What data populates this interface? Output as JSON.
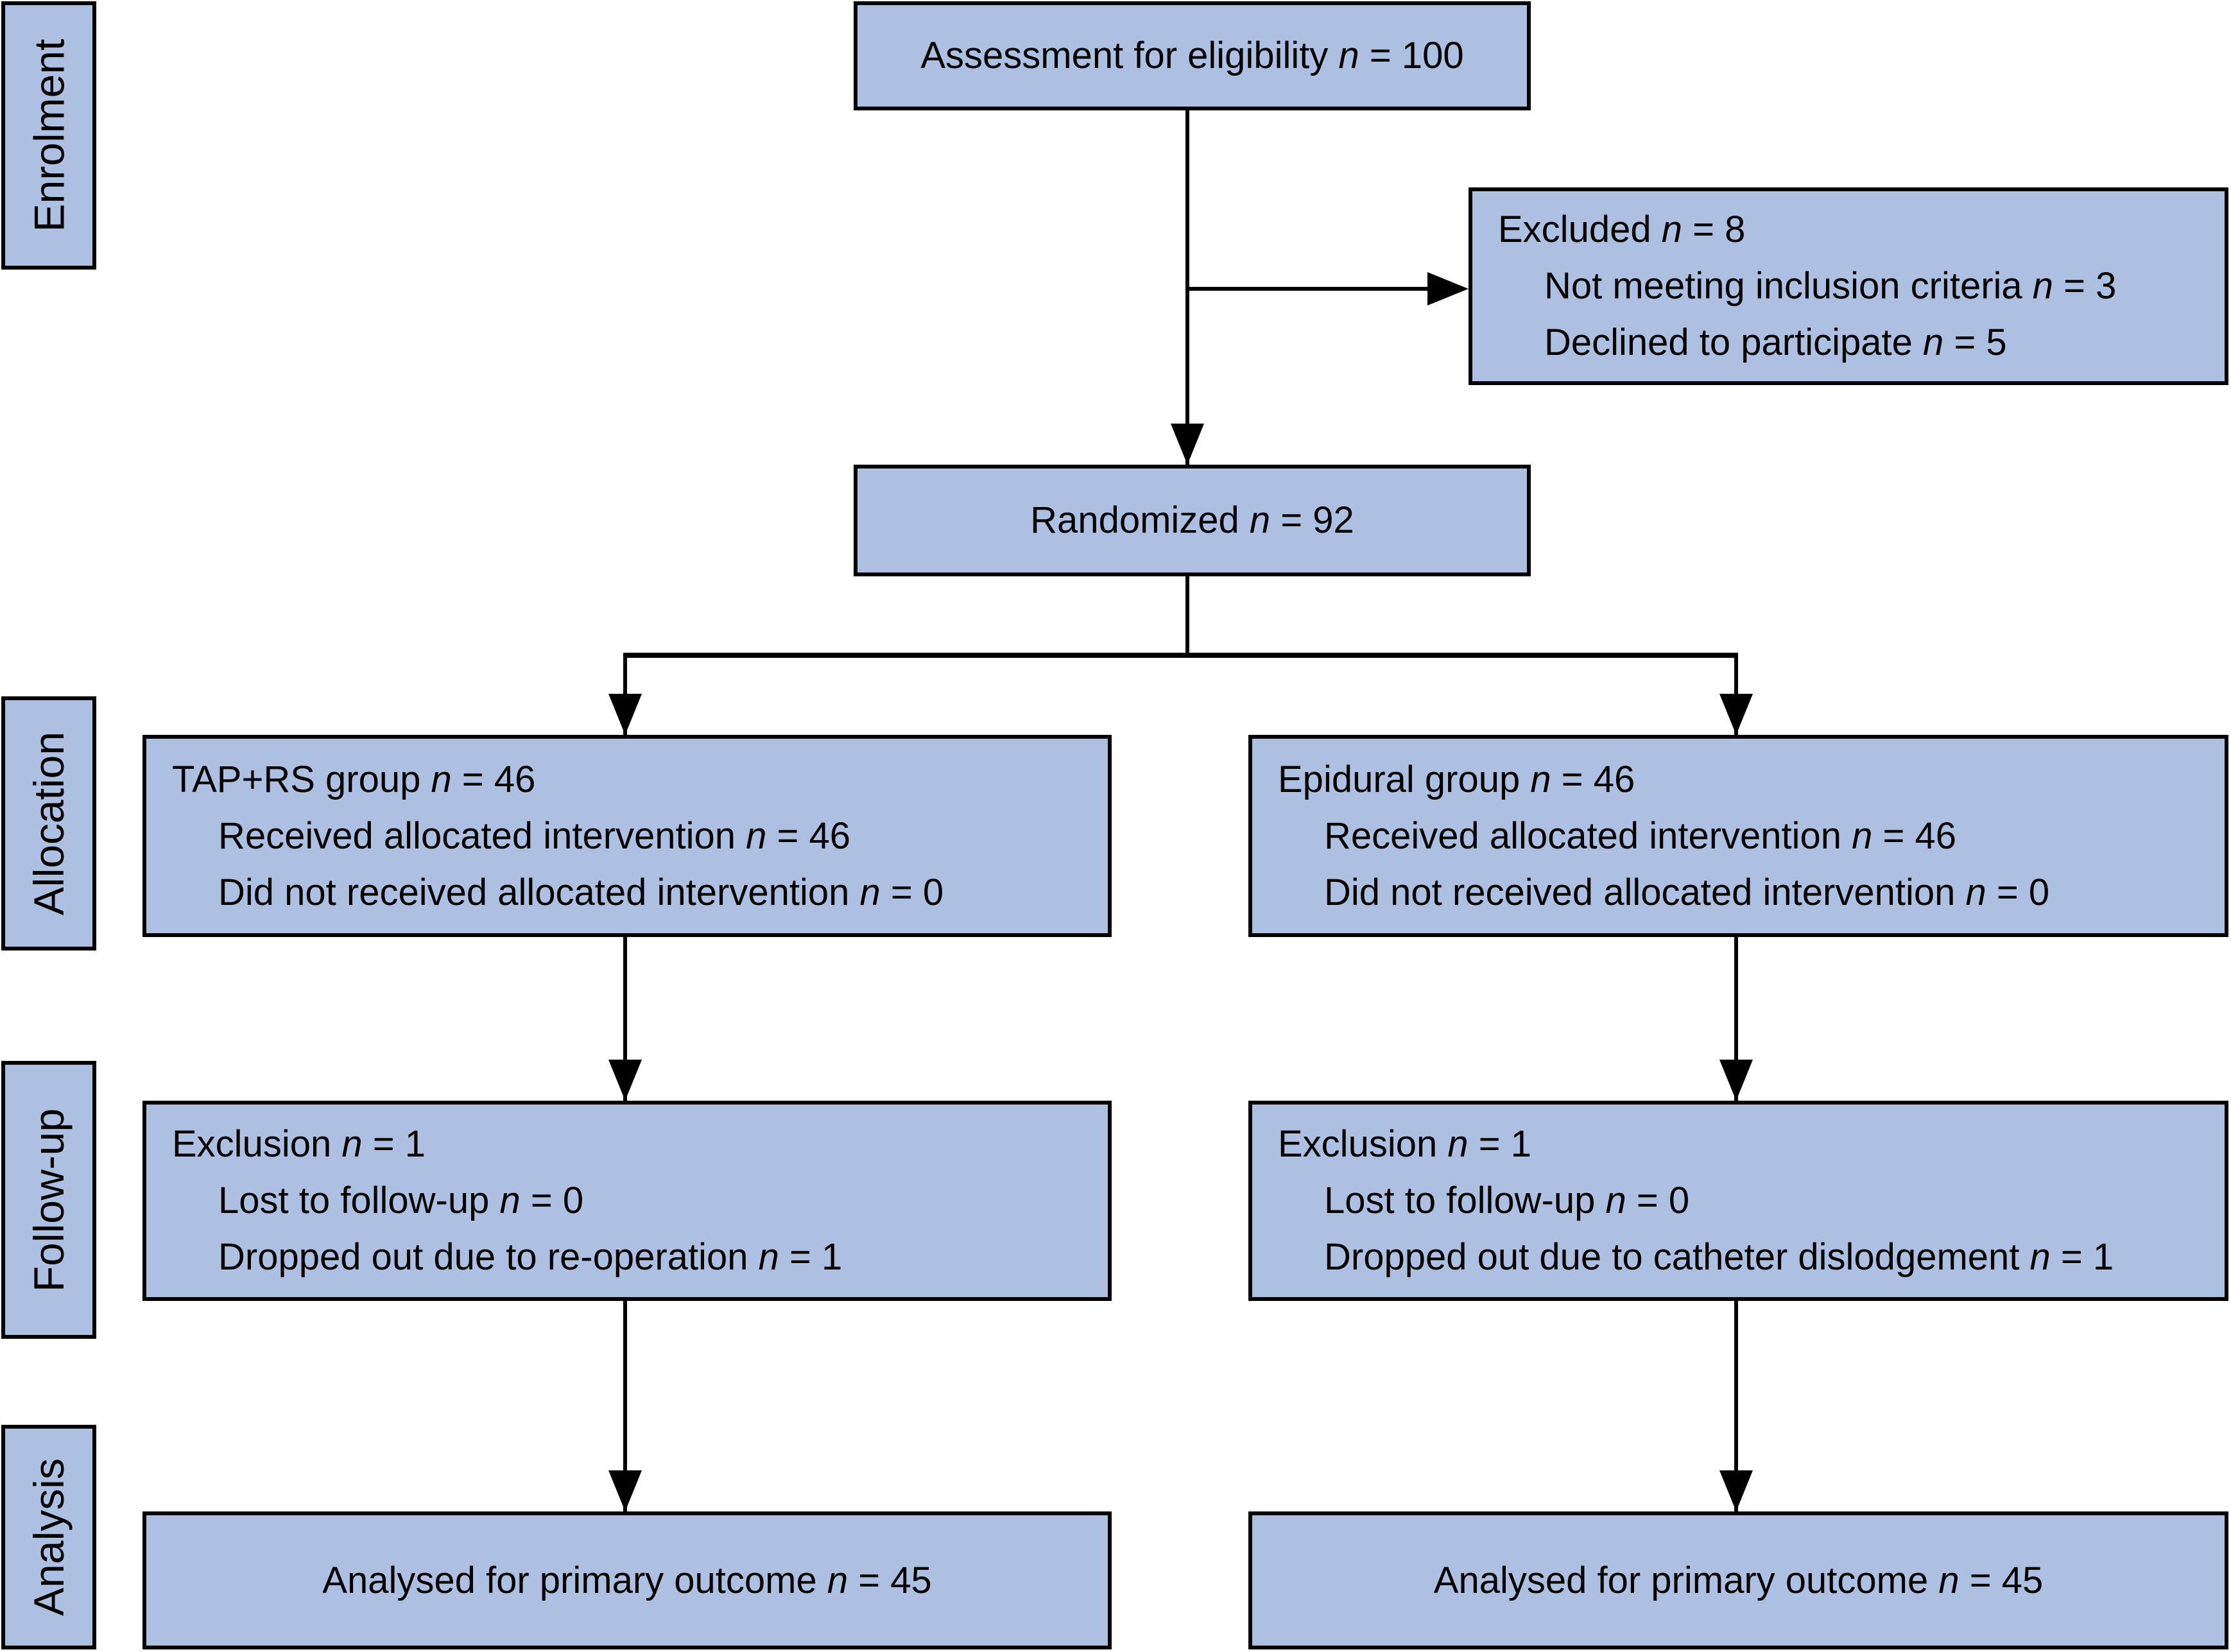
{
  "colors": {
    "box_fill": "#aec0e2",
    "box_border": "#000000",
    "connector": "#000000",
    "background": "#ffffff",
    "text": "#000000"
  },
  "stage_labels": [
    {
      "id": "enrolment",
      "label": "Enrolment"
    },
    {
      "id": "allocation",
      "label": "Allocation"
    },
    {
      "id": "follow-up",
      "label": "Follow-up"
    },
    {
      "id": "analysis",
      "label": "Analysis"
    }
  ],
  "boxes": [
    {
      "id": "assessment",
      "lines": [
        {
          "label": "Assessment for eligibility",
          "value": "100",
          "indent": false
        }
      ]
    },
    {
      "id": "excluded",
      "lines": [
        {
          "label": "Excluded",
          "value": "8",
          "indent": false
        },
        {
          "label": "Not meeting inclusion criteria",
          "value": "3",
          "indent": true
        },
        {
          "label": "Declined to participate",
          "value": "5",
          "indent": true
        }
      ]
    },
    {
      "id": "randomized",
      "lines": [
        {
          "label": "Randomized",
          "value": "92",
          "indent": false
        }
      ]
    },
    {
      "id": "tap-rs-group",
      "lines": [
        {
          "label": "TAP+RS group",
          "value": "46",
          "indent": false
        },
        {
          "label": "Received allocated intervention",
          "value": "46",
          "indent": true
        },
        {
          "label": "Did not received allocated intervention",
          "value": "0",
          "indent": true
        }
      ]
    },
    {
      "id": "epidural-group",
      "lines": [
        {
          "label": "Epidural group",
          "value": "46",
          "indent": false
        },
        {
          "label": "Received allocated intervention",
          "value": "46",
          "indent": true
        },
        {
          "label": "Did not received allocated intervention",
          "value": "0",
          "indent": true
        }
      ]
    },
    {
      "id": "tap-rs-followup",
      "lines": [
        {
          "label": "Exclusion",
          "value": "1",
          "indent": false
        },
        {
          "label": "Lost to follow-up",
          "value": "0",
          "indent": true
        },
        {
          "label": "Dropped out due to re-operation",
          "value": "1",
          "indent": true
        }
      ]
    },
    {
      "id": "epidural-followup",
      "lines": [
        {
          "label": "Exclusion",
          "value": "1",
          "indent": false
        },
        {
          "label": "Lost to follow-up",
          "value": "0",
          "indent": true
        },
        {
          "label": "Dropped out due to catheter dislodgement",
          "value": "1",
          "indent": true
        }
      ]
    },
    {
      "id": "tap-rs-analysis",
      "lines": [
        {
          "label": "Analysed for primary outcome",
          "value": "45",
          "indent": false
        }
      ]
    },
    {
      "id": "epidural-analysis",
      "lines": [
        {
          "label": "Analysed for primary outcome",
          "value": "45",
          "indent": false
        }
      ]
    }
  ]
}
